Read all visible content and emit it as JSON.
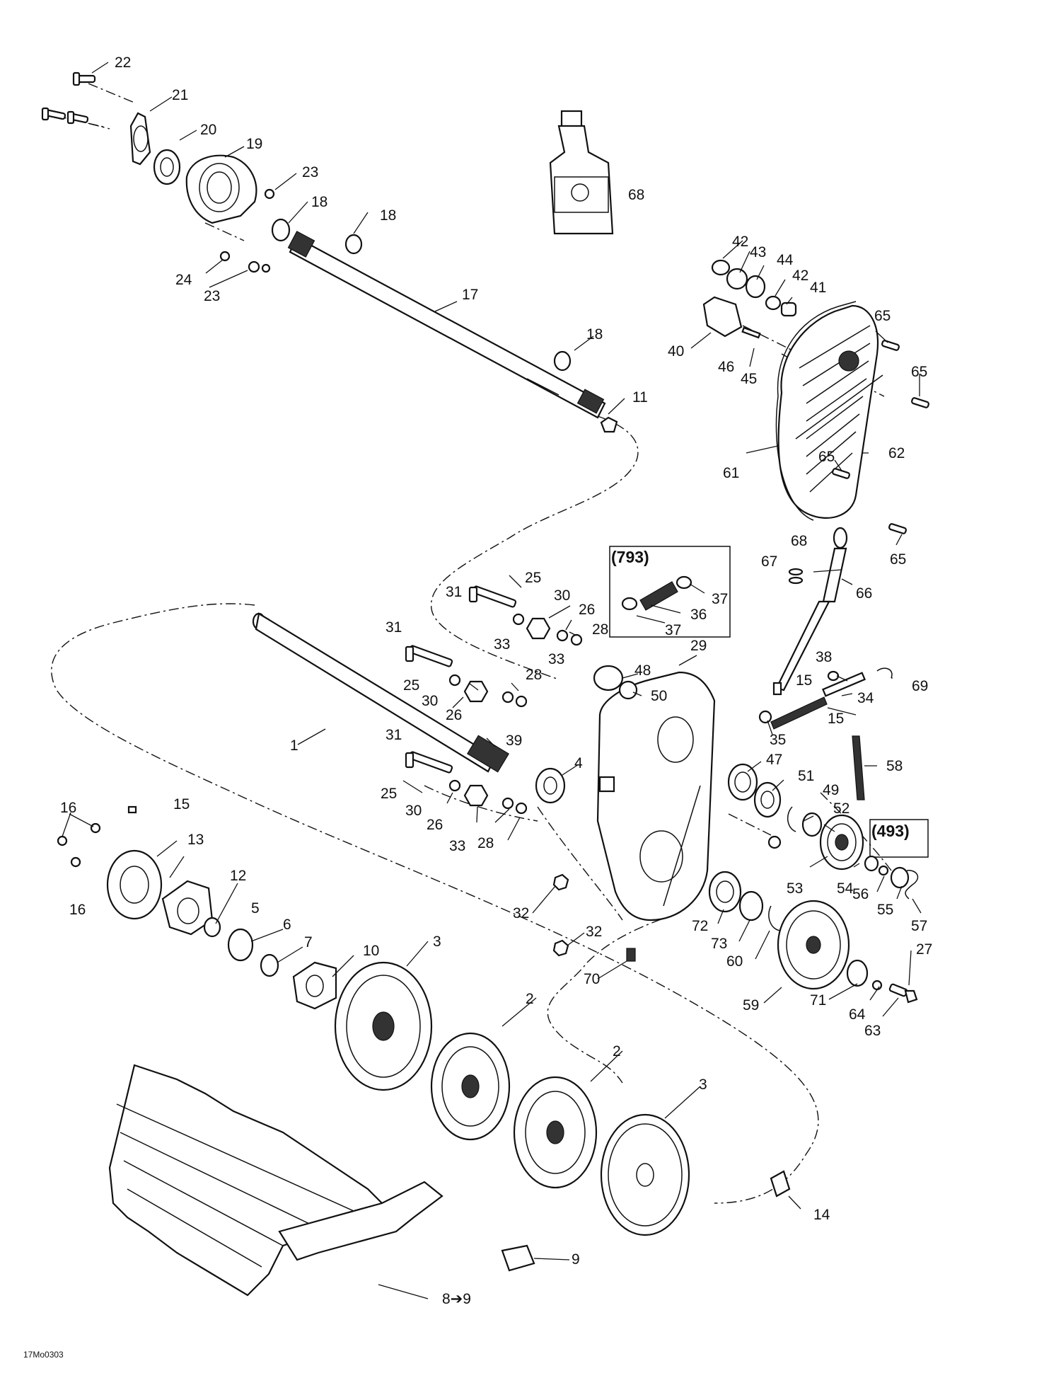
{
  "diagram_code": "17Mo0303",
  "boxes": {
    "box_793": "(793)",
    "box_493": "(493)"
  },
  "callouts": [
    {
      "id": "c22",
      "label": "22"
    },
    {
      "id": "c21",
      "label": "21"
    },
    {
      "id": "c20",
      "label": "20"
    },
    {
      "id": "c19",
      "label": "19"
    },
    {
      "id": "c23a",
      "label": "23"
    },
    {
      "id": "c18a",
      "label": "18"
    },
    {
      "id": "c18b",
      "label": "18"
    },
    {
      "id": "c24",
      "label": "24"
    },
    {
      "id": "c23b",
      "label": "23"
    },
    {
      "id": "c17",
      "label": "17"
    },
    {
      "id": "c18c",
      "label": "18"
    },
    {
      "id": "c11",
      "label": "11"
    },
    {
      "id": "c68a",
      "label": "68"
    },
    {
      "id": "c42a",
      "label": "42"
    },
    {
      "id": "c43",
      "label": "43"
    },
    {
      "id": "c44",
      "label": "44"
    },
    {
      "id": "c42b",
      "label": "42"
    },
    {
      "id": "c41",
      "label": "41"
    },
    {
      "id": "c40",
      "label": "40"
    },
    {
      "id": "c46",
      "label": "46"
    },
    {
      "id": "c45",
      "label": "45"
    },
    {
      "id": "c65a",
      "label": "65"
    },
    {
      "id": "c65b",
      "label": "65"
    },
    {
      "id": "c65c",
      "label": "65"
    },
    {
      "id": "c62",
      "label": "62"
    },
    {
      "id": "c61",
      "label": "61"
    },
    {
      "id": "c65d",
      "label": "65"
    },
    {
      "id": "c68b",
      "label": "68"
    },
    {
      "id": "c67",
      "label": "67"
    },
    {
      "id": "c66",
      "label": "66"
    },
    {
      "id": "c37a",
      "label": "37"
    },
    {
      "id": "c36",
      "label": "36"
    },
    {
      "id": "c37b",
      "label": "37"
    },
    {
      "id": "c25a",
      "label": "25"
    },
    {
      "id": "c31a",
      "label": "31"
    },
    {
      "id": "c30a",
      "label": "30"
    },
    {
      "id": "c26a",
      "label": "26"
    },
    {
      "id": "c28a",
      "label": "28"
    },
    {
      "id": "c33a",
      "label": "33"
    },
    {
      "id": "c31b",
      "label": "31"
    },
    {
      "id": "c33b",
      "label": "33"
    },
    {
      "id": "c25b",
      "label": "25"
    },
    {
      "id": "c28b",
      "label": "28"
    },
    {
      "id": "c30b",
      "label": "30"
    },
    {
      "id": "c26b",
      "label": "26"
    },
    {
      "id": "c1",
      "label": "1"
    },
    {
      "id": "c48",
      "label": "48"
    },
    {
      "id": "c50",
      "label": "50"
    },
    {
      "id": "c29",
      "label": "29"
    },
    {
      "id": "c38",
      "label": "38"
    },
    {
      "id": "c15a",
      "label": "15"
    },
    {
      "id": "c69",
      "label": "69"
    },
    {
      "id": "c34",
      "label": "34"
    },
    {
      "id": "c35",
      "label": "35"
    },
    {
      "id": "c15b",
      "label": "15"
    },
    {
      "id": "c31c",
      "label": "31"
    },
    {
      "id": "c39",
      "label": "39"
    },
    {
      "id": "c58",
      "label": "58"
    },
    {
      "id": "c47",
      "label": "47"
    },
    {
      "id": "c51",
      "label": "51"
    },
    {
      "id": "c49",
      "label": "49"
    },
    {
      "id": "c52",
      "label": "52"
    },
    {
      "id": "c4",
      "label": "4"
    },
    {
      "id": "c25c",
      "label": "25"
    },
    {
      "id": "c30c",
      "label": "30"
    },
    {
      "id": "c26c",
      "label": "26"
    },
    {
      "id": "c28c",
      "label": "28"
    },
    {
      "id": "c33c",
      "label": "33"
    },
    {
      "id": "c16a",
      "label": "16"
    },
    {
      "id": "c15c",
      "label": "15"
    },
    {
      "id": "c13",
      "label": "13"
    },
    {
      "id": "c16b",
      "label": "16"
    },
    {
      "id": "c12",
      "label": "12"
    },
    {
      "id": "c5",
      "label": "5"
    },
    {
      "id": "c6",
      "label": "6"
    },
    {
      "id": "c7",
      "label": "7"
    },
    {
      "id": "c10",
      "label": "10"
    },
    {
      "id": "c53",
      "label": "53"
    },
    {
      "id": "c54",
      "label": "54"
    },
    {
      "id": "c56",
      "label": "56"
    },
    {
      "id": "c55",
      "label": "55"
    },
    {
      "id": "c57",
      "label": "57"
    },
    {
      "id": "c32a",
      "label": "32"
    },
    {
      "id": "c32b",
      "label": "32"
    },
    {
      "id": "c72",
      "label": "72"
    },
    {
      "id": "c73",
      "label": "73"
    },
    {
      "id": "c60",
      "label": "60"
    },
    {
      "id": "c70",
      "label": "70"
    },
    {
      "id": "c27",
      "label": "27"
    },
    {
      "id": "c59",
      "label": "59"
    },
    {
      "id": "c71",
      "label": "71"
    },
    {
      "id": "c64",
      "label": "64"
    },
    {
      "id": "c63",
      "label": "63"
    },
    {
      "id": "c3a",
      "label": "3"
    },
    {
      "id": "c2a",
      "label": "2"
    },
    {
      "id": "c2b",
      "label": "2"
    },
    {
      "id": "c3b",
      "label": "3"
    },
    {
      "id": "c14",
      "label": "14"
    },
    {
      "id": "c9",
      "label": "9"
    },
    {
      "id": "c8",
      "label": "8➔9"
    }
  ]
}
